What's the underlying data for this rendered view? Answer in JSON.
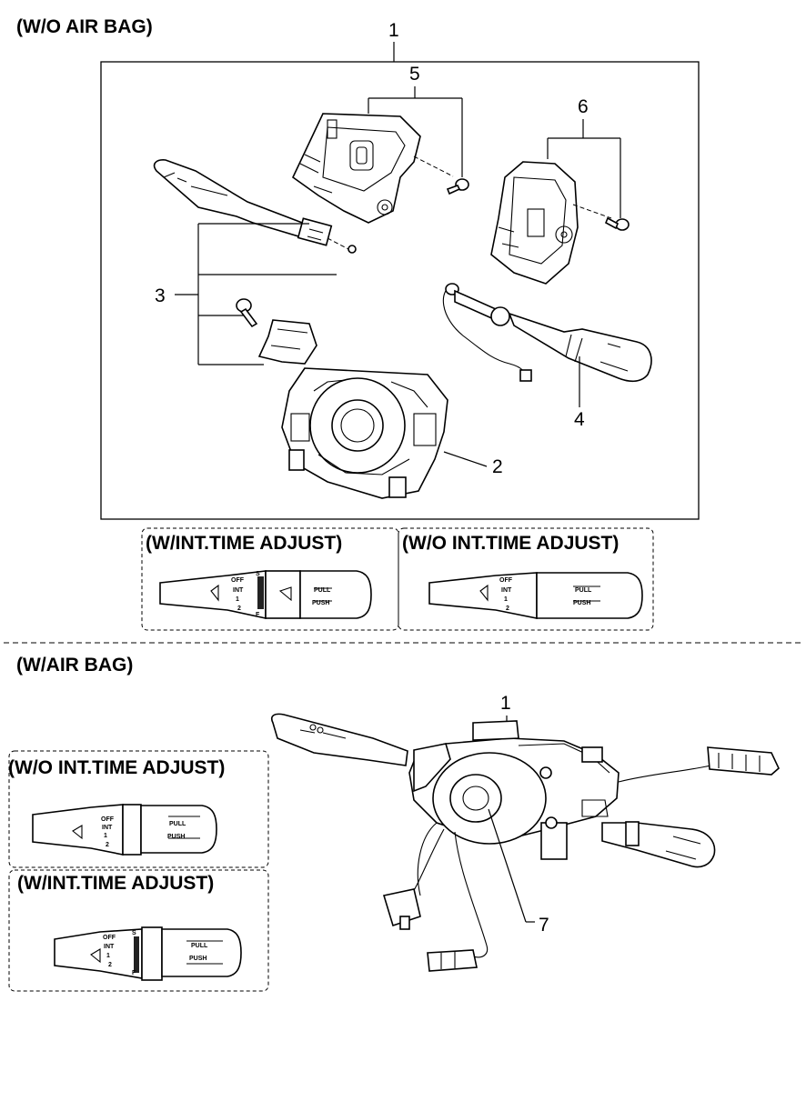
{
  "sections": {
    "without_airbag": "(W/O AIR BAG)",
    "with_airbag": "(W/AIR BAG)"
  },
  "variants": {
    "top_left": "(W/INT.TIME ADJUST)",
    "top_right": "(W/O INT.TIME ADJUST)",
    "bottom_first": "(W/O INT.TIME ADJUST)",
    "bottom_second": "(W/INT.TIME ADJUST)"
  },
  "callouts": {
    "top_assembly": "1",
    "clock_spring": "2",
    "light_switch": "3",
    "wiper_switch": "4",
    "bracket_upper": "5",
    "bracket_right": "6",
    "bottom_assembly": "1",
    "contact_reel": "7"
  },
  "switch_labels": {
    "off": "OFF",
    "int": "INT",
    "one": "1",
    "two": "2",
    "pull": "PULL",
    "push": "PUSH",
    "scale_top": "S",
    "scale_bottom": "F"
  }
}
